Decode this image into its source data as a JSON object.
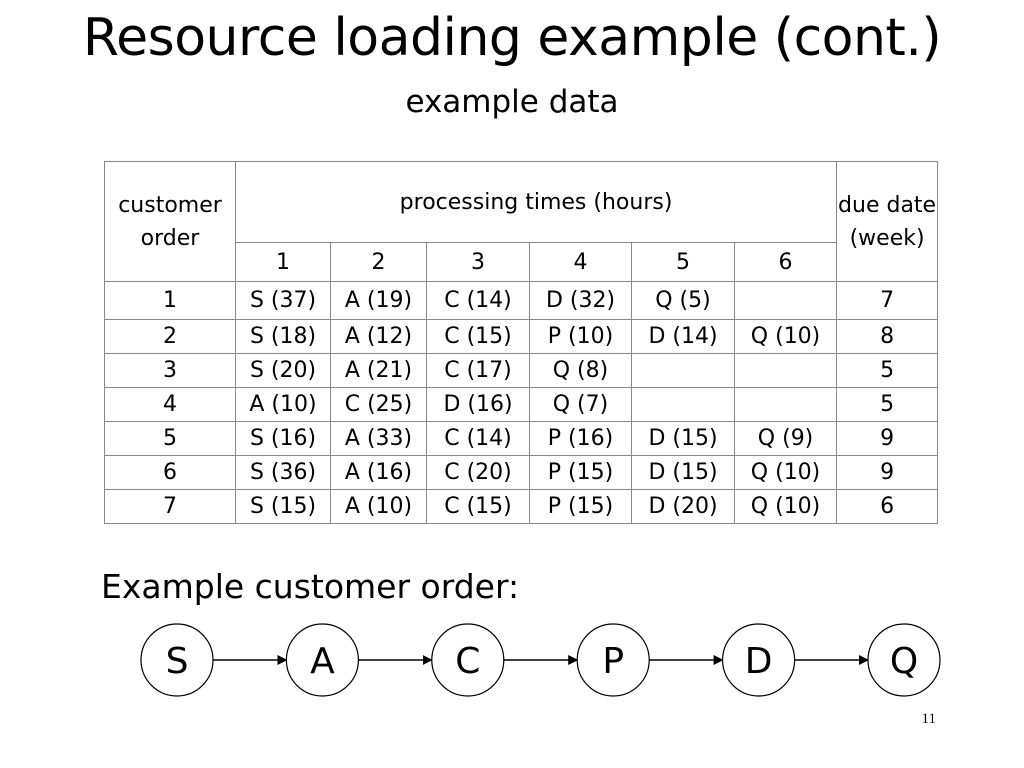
{
  "slide": {
    "title": "Resource loading example (cont.)",
    "subtitle": "example data",
    "page_number": "11"
  },
  "table": {
    "header": {
      "customer_order": "customer order",
      "processing_times": "processing times (hours)",
      "due_date": "due date (week)",
      "columns": [
        "1",
        "2",
        "3",
        "4",
        "5",
        "6"
      ]
    },
    "rows": [
      {
        "order": "1",
        "steps": [
          "S (37)",
          "A (19)",
          "C (14)",
          "D (32)",
          "Q (5)",
          ""
        ],
        "due": "7"
      },
      {
        "order": "2",
        "steps": [
          "S (18)",
          "A (12)",
          "C (15)",
          "P (10)",
          "D (14)",
          "Q (10)"
        ],
        "due": "8"
      },
      {
        "order": "3",
        "steps": [
          "S (20)",
          "A (21)",
          "C (17)",
          "Q (8)",
          "",
          ""
        ],
        "due": "5"
      },
      {
        "order": "4",
        "steps": [
          "A (10)",
          "C (25)",
          "D (16)",
          "Q (7)",
          "",
          ""
        ],
        "due": "5"
      },
      {
        "order": "5",
        "steps": [
          "S (16)",
          "A (33)",
          "C (14)",
          "P (16)",
          "D (15)",
          "Q (9)"
        ],
        "due": "9"
      },
      {
        "order": "6",
        "steps": [
          "S (36)",
          "A (16)",
          "C (20)",
          "P (15)",
          "D (15)",
          "Q (10)"
        ],
        "due": "9"
      },
      {
        "order": "7",
        "steps": [
          "S (15)",
          "A (10)",
          "C (15)",
          "P (15)",
          "D (20)",
          "Q (10)"
        ],
        "due": "6"
      }
    ]
  },
  "example": {
    "label": "Example customer order:",
    "nodes": [
      "S",
      "A",
      "C",
      "P",
      "D",
      "Q"
    ]
  }
}
